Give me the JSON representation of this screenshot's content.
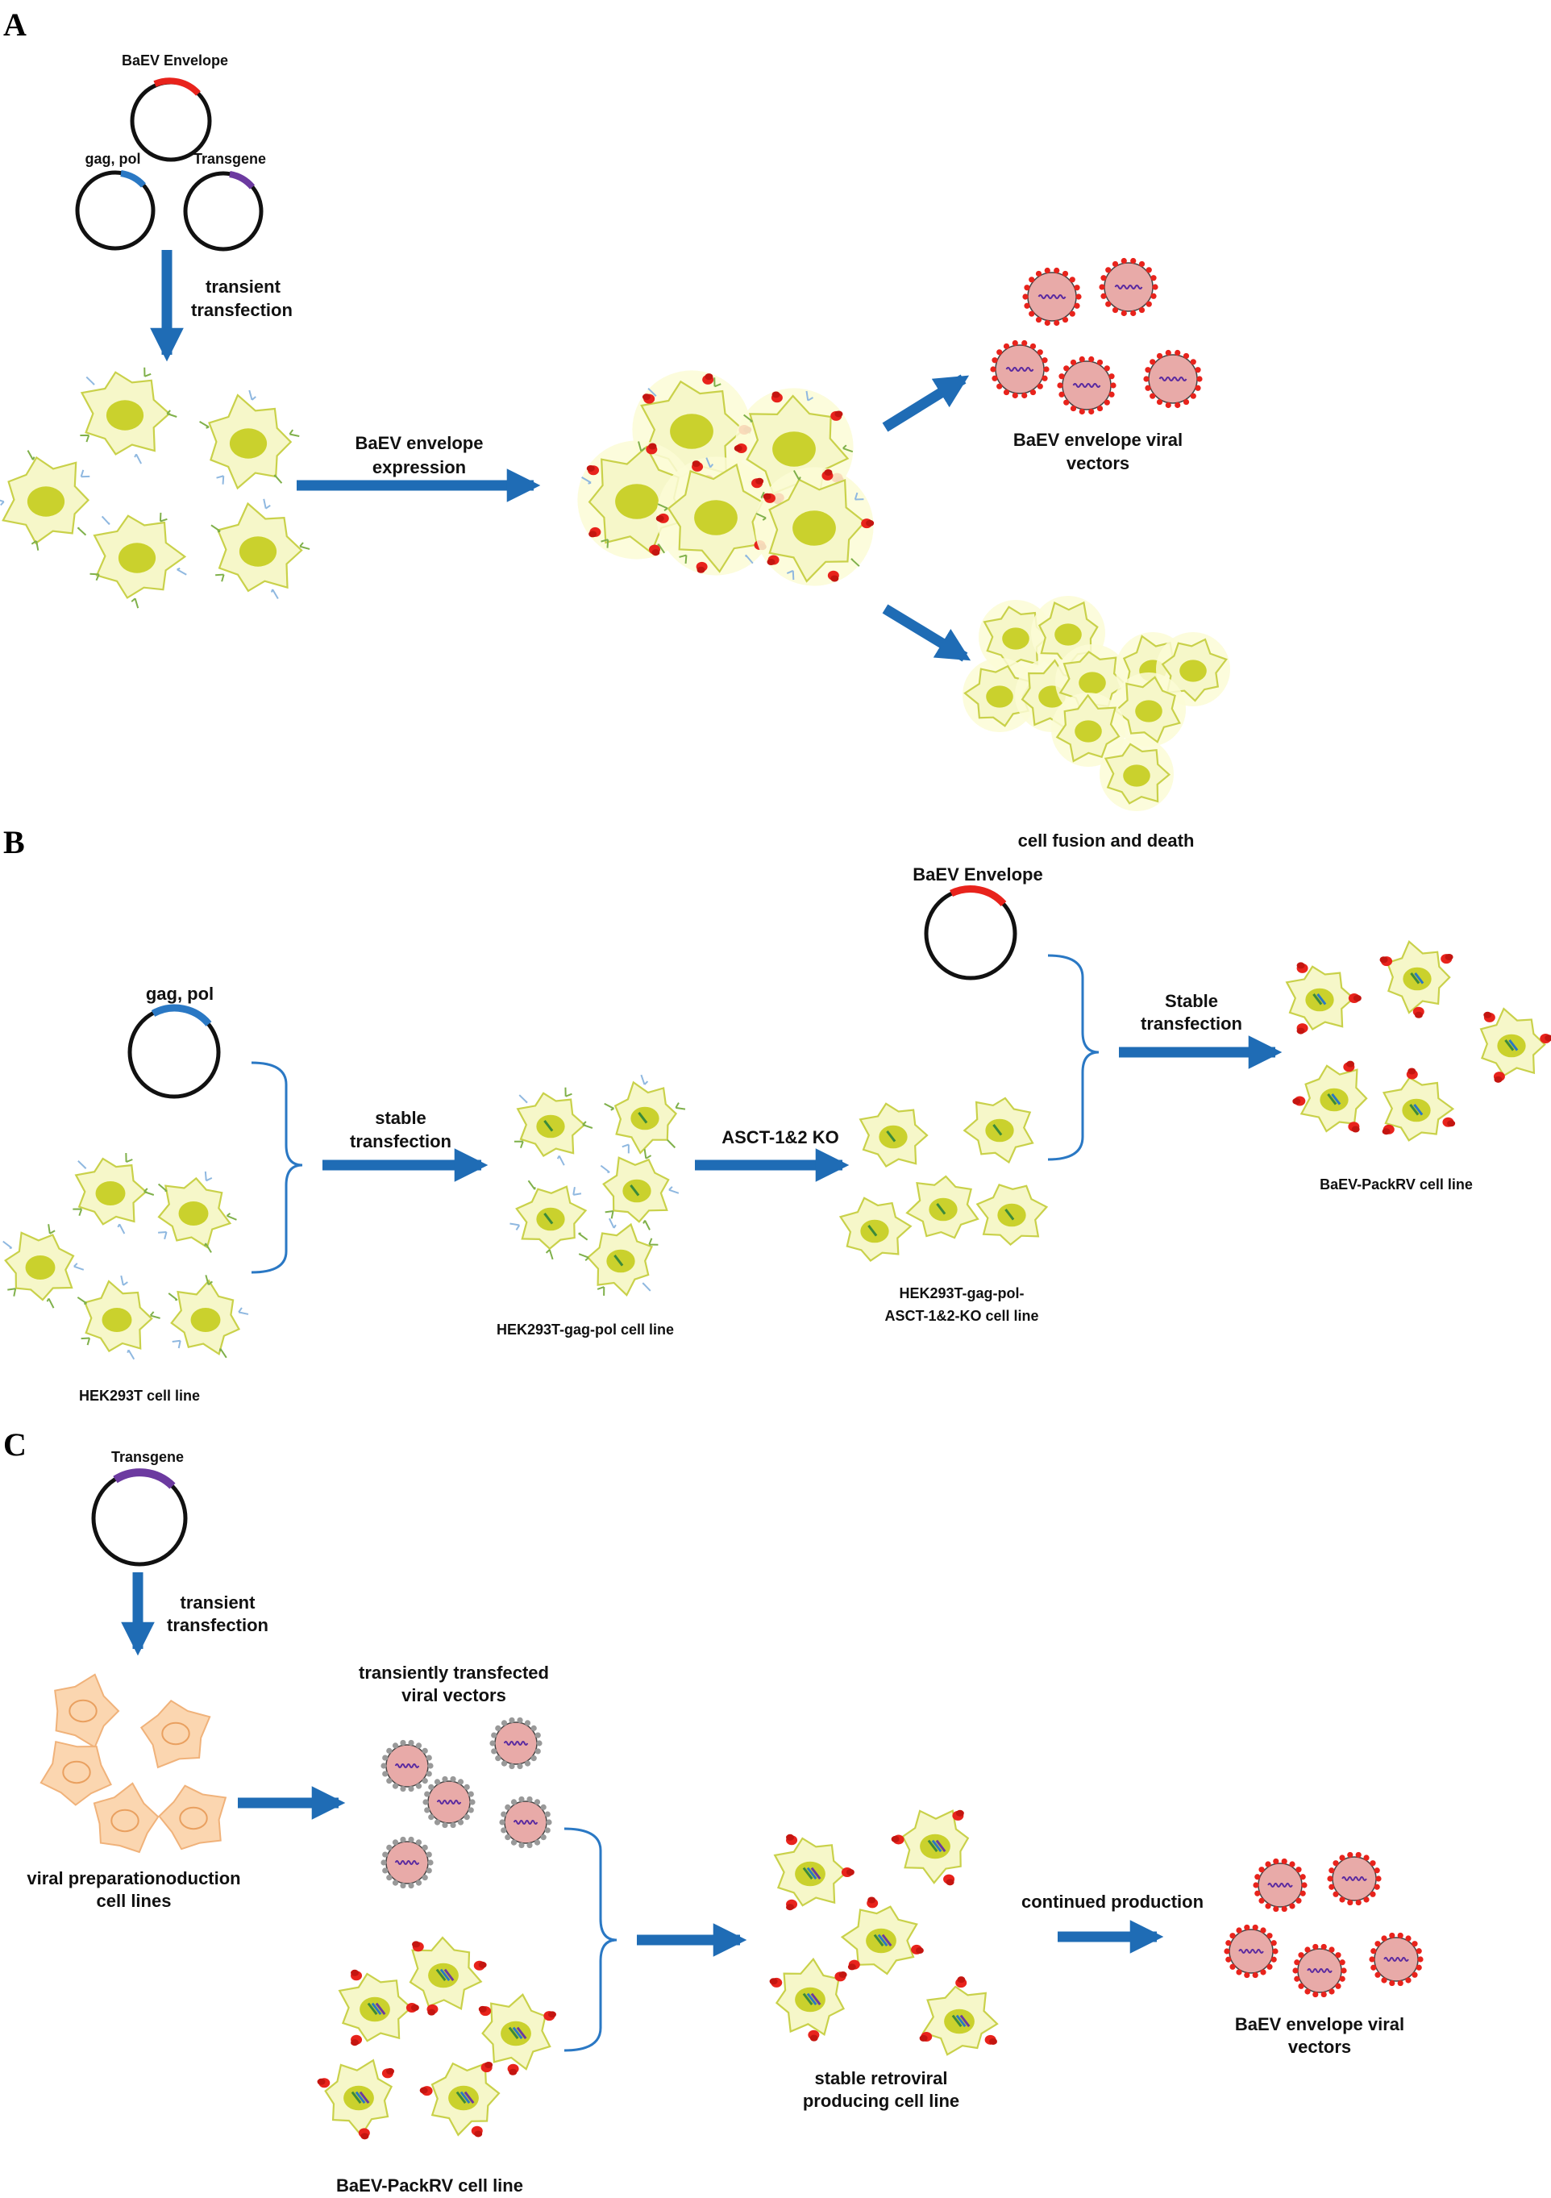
{
  "panels": {
    "a": "A",
    "b": "B",
    "c": "C"
  },
  "panelA": {
    "plasmid_env": "BaEV Envelope",
    "plasmid_gagpol": "gag, pol",
    "plasmid_transgene": "Transgene",
    "arrow_transient": [
      "transient",
      "transfection"
    ],
    "arrow_expression": [
      "BaEV envelope",
      "expression"
    ],
    "vectors_label": [
      "BaEV envelope viral",
      "vectors"
    ],
    "fusion_label": "cell fusion and death"
  },
  "panelB": {
    "plasmid_env": "BaEV Envelope",
    "plasmid_gagpol": "gag, pol",
    "arrow_stable1": [
      "stable",
      "transfection"
    ],
    "arrow_ko": "ASCT-1&2 KO",
    "arrow_stable2": [
      "Stable",
      "transfection"
    ],
    "hek_label": "HEK293T cell line",
    "gagpol_line_label": "HEK293T-gag-pol cell line",
    "ko_line_label": [
      "HEK293T-gag-pol-",
      "ASCT-1&2-KO cell line"
    ],
    "packrv_label": "BaEV-PackRV cell line"
  },
  "panelC": {
    "plasmid_transgene": "Transgene",
    "arrow_transient": [
      "transient",
      "transfection"
    ],
    "transient_vectors_label": [
      "transiently transfected",
      "viral vectors"
    ],
    "prep_label": [
      "viral preparationoduction",
      "cell lines"
    ],
    "packrv_label": "BaEV-PackRV cell line",
    "stable_label": [
      "stable retroviral",
      "producing cell line"
    ],
    "continued_label": "continued production",
    "vectors_label": [
      "BaEV envelope viral",
      "vectors"
    ]
  },
  "colors": {
    "arrow": "#1f6cb5",
    "envelope": "#e8231c",
    "gagpol": "#2a78c4",
    "transgene": "#6c3aa0",
    "cell_fill": "#f6f7c9",
    "cell_edge": "#c9d14a",
    "nucleus": "#c5cc1c",
    "virion": "#e8aaa8",
    "prep_cell": "#fbd6b0"
  }
}
